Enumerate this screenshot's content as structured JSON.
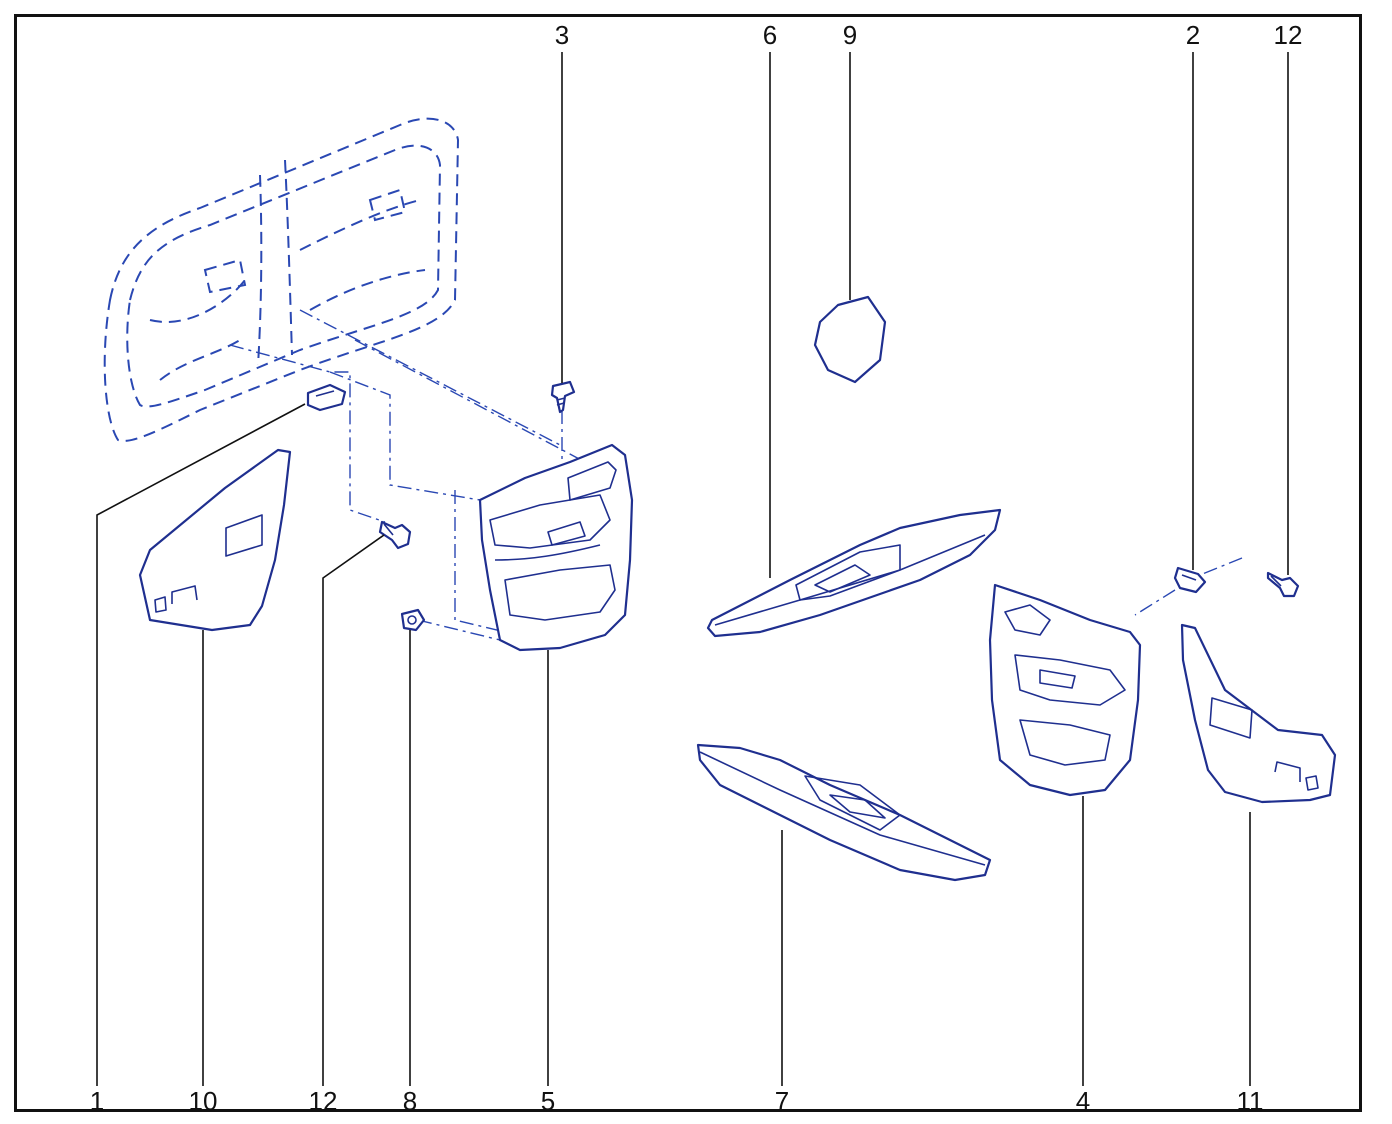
{
  "diagram": {
    "callouts": [
      {
        "id": "c-3",
        "label": "3"
      },
      {
        "id": "c-6",
        "label": "6"
      },
      {
        "id": "c-9",
        "label": "9"
      },
      {
        "id": "c-2",
        "label": "2"
      },
      {
        "id": "c-12-top",
        "label": "12"
      },
      {
        "id": "c-1",
        "label": "1"
      },
      {
        "id": "c-10",
        "label": "10"
      },
      {
        "id": "c-12-bottom",
        "label": "12"
      },
      {
        "id": "c-8",
        "label": "8"
      },
      {
        "id": "c-5",
        "label": "5"
      },
      {
        "id": "c-7",
        "label": "7"
      },
      {
        "id": "c-4",
        "label": "4"
      },
      {
        "id": "c-11",
        "label": "11"
      }
    ],
    "line_color": "#1f2f8f"
  }
}
